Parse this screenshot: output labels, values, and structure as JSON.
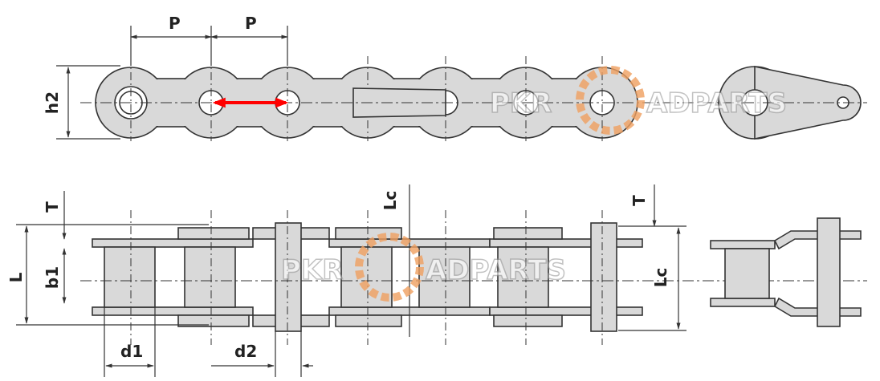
{
  "labels": {
    "pitch_1": "P",
    "pitch_2": "P",
    "plate_height": "h2",
    "plate_thickness_left": "T",
    "pin_length": "L",
    "inner_width": "b1",
    "roller_diameter": "d1",
    "pin_diameter": "d2",
    "connecting_pin_length_top": "Lc",
    "plate_thickness_right": "T",
    "connecting_pin_length_right": "Lc"
  },
  "watermark": "PKROADPARTS",
  "colors": {
    "plate": "#d9d9d9",
    "line": "#333333",
    "arrow": "#ff0000",
    "logo": "#f0a060"
  }
}
